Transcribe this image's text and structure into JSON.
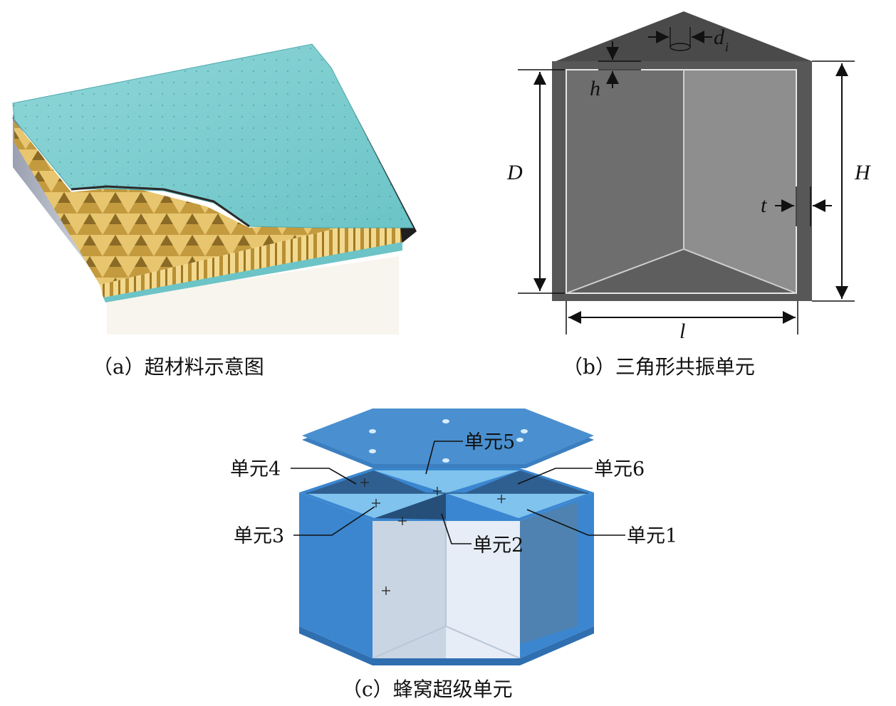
{
  "panels": {
    "a": {
      "caption": "（a）超材料示意图"
    },
    "b": {
      "caption": "（b）三角形共振单元",
      "dims": {
        "d": "d",
        "d_sub": "i",
        "h": "h",
        "D": "D",
        "H": "H",
        "t": "t",
        "l": "l"
      }
    },
    "c": {
      "caption": "（c）蜂窝超级单元",
      "units": [
        "单元1",
        "单元2",
        "单元3",
        "单元4",
        "单元5",
        "单元6"
      ]
    }
  }
}
